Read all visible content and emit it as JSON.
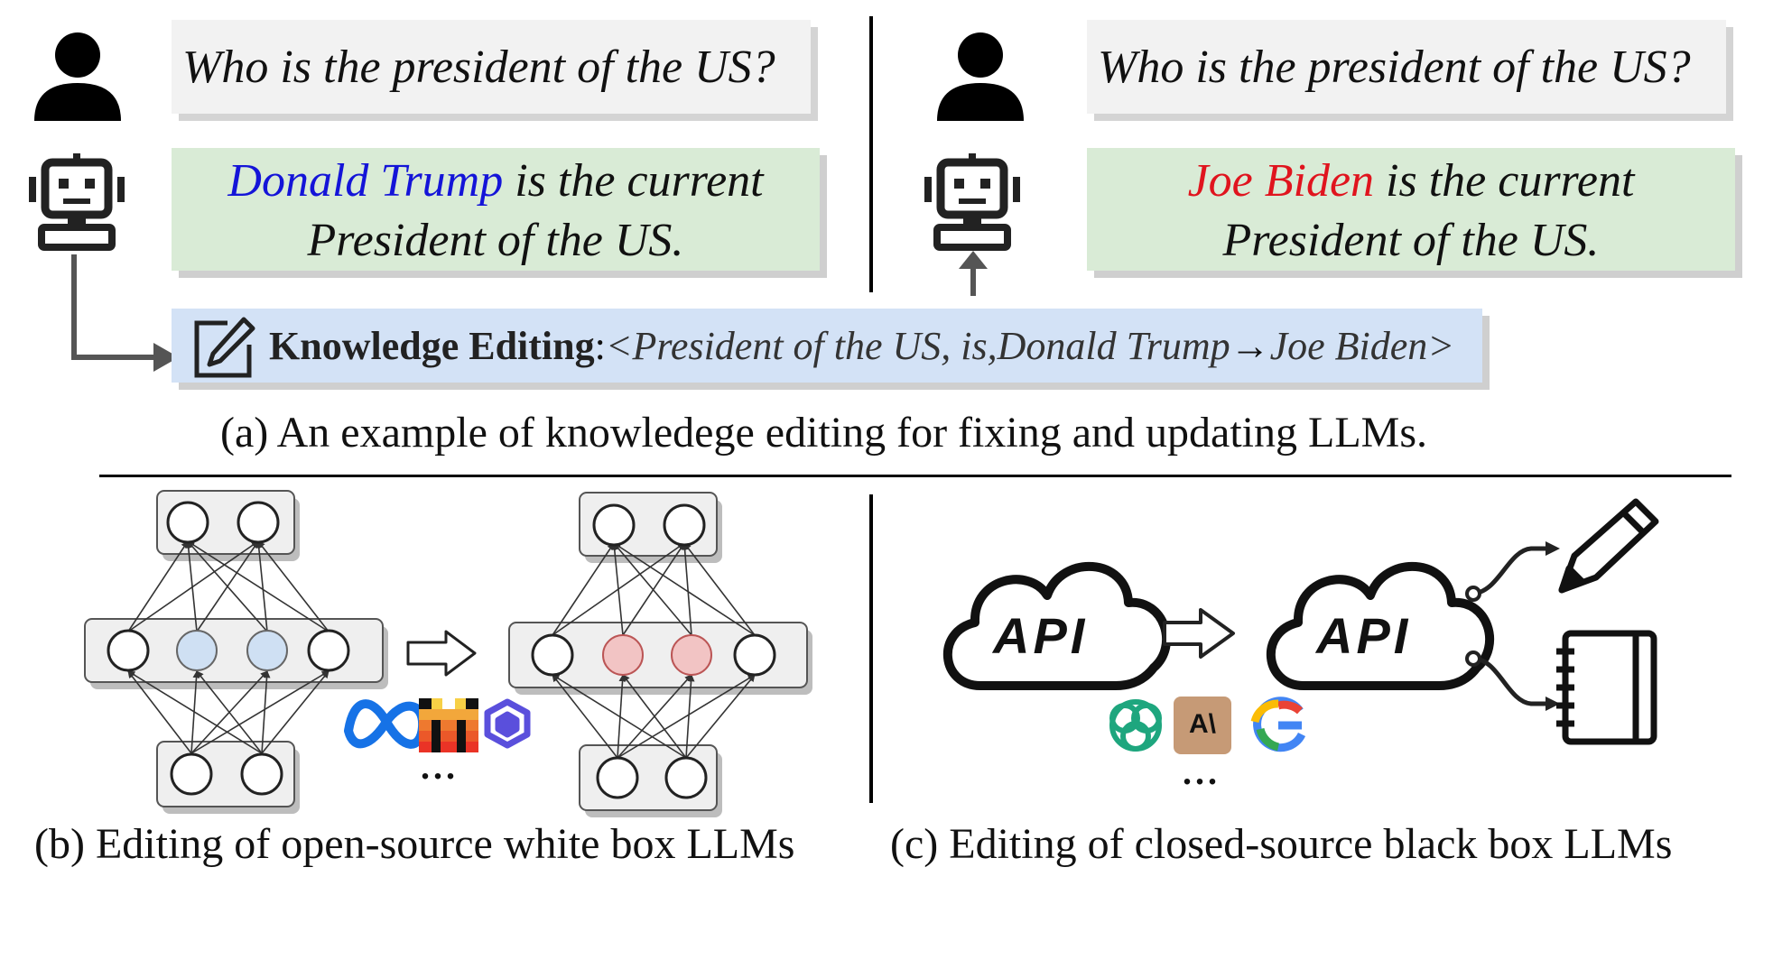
{
  "panel_a": {
    "left": {
      "question": "Who is the president of the US?",
      "answer_name": "Donald Trump",
      "answer_rest_line1": " is the current",
      "answer_line2": "President of the US."
    },
    "right": {
      "question": "Who is the president of the US?",
      "answer_name": "Joe Biden",
      "answer_rest_line1": " is the current",
      "answer_line2": "President of the US."
    },
    "edit": {
      "label": "Knowledge Editing",
      "colon": ": ",
      "open": "<President of the US, is, ",
      "old": "Donald Trump",
      "arrow": "→",
      "new": "Joe Biden",
      "close": ">"
    },
    "caption": "(a)  An example of knowledege editing for fixing and updating LLMs."
  },
  "panel_b": {
    "caption": "(b) Editing of open-source white box LLMs",
    "more": "..."
  },
  "panel_c": {
    "caption": "(c) Editing of closed-source black box LLMs",
    "api_left": "API",
    "api_right": "API",
    "anthropic_logo": "A\\",
    "google_logo": "G",
    "more": "..."
  },
  "colors": {
    "question_bg": "#f2f2f2",
    "answer_bg": "#d9ebd6",
    "edit_bg": "#d3e2f6",
    "old_fact": "#1414d8",
    "new_fact": "#e0141e",
    "neuron_blue": "#cfe0f3",
    "neuron_red": "#f2c4c4"
  },
  "icons": [
    "user-icon",
    "robot-icon",
    "edit-icon",
    "meta-icon",
    "mistral-icon",
    "qwen-icon",
    "openai-icon",
    "anthropic-icon",
    "google-icon",
    "pencil-icon",
    "notebook-icon"
  ]
}
